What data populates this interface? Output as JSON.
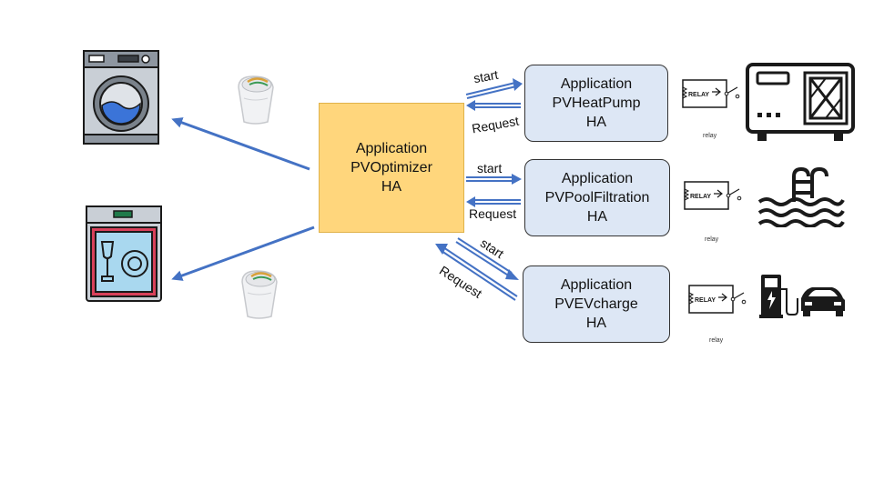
{
  "optimizer": {
    "lines": [
      "Application",
      "PVOptimizer",
      "HA"
    ]
  },
  "apps": [
    {
      "id": "heatpump",
      "lines": [
        "Application",
        "PVHeatPump",
        "HA"
      ],
      "start_label": "start",
      "request_label": "Request",
      "relay_caption": "relay"
    },
    {
      "id": "pool",
      "lines": [
        "Application",
        "PVPoolFiltration",
        "HA"
      ],
      "start_label": "start",
      "request_label": "Request",
      "relay_caption": "relay"
    },
    {
      "id": "ev",
      "lines": [
        "Application",
        "PVEVcharge",
        "HA"
      ],
      "start_label": "start",
      "request_label": "Request",
      "relay_caption": "relay"
    }
  ],
  "relay_text": "RELAY",
  "colors": {
    "arrow": "#4472c4",
    "optimizer_fill": "#ffd67c",
    "app_fill": "#dde7f5",
    "icon_dark": "#1a1a1a"
  },
  "icons": [
    "washing-machine-icon",
    "dishwasher-icon",
    "smart-plug-icon",
    "relay-icon",
    "heat-pump-icon",
    "swimming-pool-icon",
    "ev-charger-icon"
  ]
}
